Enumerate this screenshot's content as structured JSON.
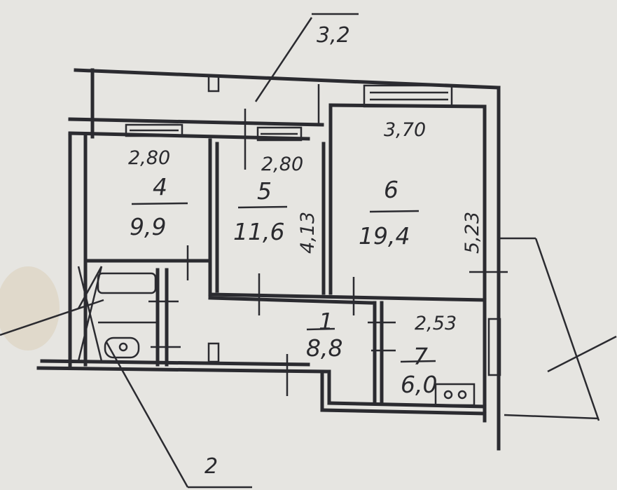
{
  "callouts": {
    "balcony": "3,2",
    "bathroom": "2"
  },
  "rooms": [
    {
      "id": "4",
      "width": "2,80",
      "area": "9,9"
    },
    {
      "id": "5",
      "width": "2,80",
      "depth": "4,13",
      "area": "11,6"
    },
    {
      "id": "6",
      "width": "3,70",
      "depth": "5,23",
      "area": "19,4"
    },
    {
      "id": "1",
      "area": "8,8"
    },
    {
      "id": "7",
      "width": "2,53",
      "area": "6,0"
    }
  ],
  "colors": {
    "ink": "#2b2b30",
    "paper": "#e6e5e1"
  }
}
